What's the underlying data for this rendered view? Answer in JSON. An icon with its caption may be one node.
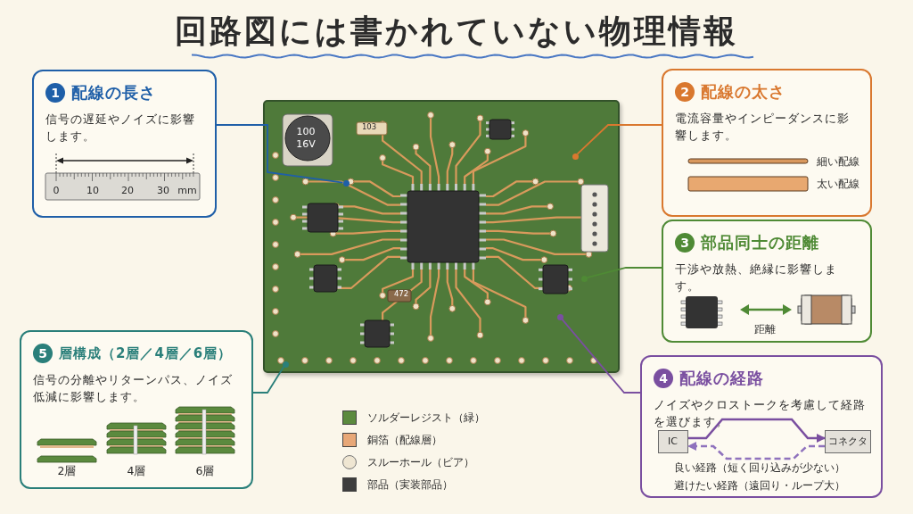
{
  "diagram": {
    "title": "回路図には書かれていない物理情報",
    "nodes": [
      {
        "text": [
          "1",
          "配線の長さ",
          "信号の遅延やノイズに影響します。"
        ]
      },
      {
        "text": [
          "2",
          "配線の太さ",
          "電流容量やインピーダンスに影響します。"
        ]
      },
      {
        "text": [],
        "shape": "picture"
      },
      {
        "text": [],
        "shape": "circle",
        "in": 2
      },
      {
        "text": [],
        "shape": "circle",
        "in": 2
      },
      {
        "text": [],
        "shape": "circle",
        "in": 2
      },
      {
        "text": [],
        "shape": "circle",
        "in": 2
      },
      {
        "text": [],
        "shape": "circle",
        "in": 2
      },
      {
        "text": [
          "3",
          "部品同士の距離",
          "干渉や放熱、絶縁に影響します。"
        ]
      },
      {
        "text": [
          "5",
          "層構成（2層／4層／6層）",
          "信号の分離やリターンパス、ノイズ低減に影響します。"
        ]
      },
      {
        "text": [
          "4",
          "配線の経路",
          "ノイズやクロストークを考慮して経路を選びます。"
        ]
      },
      {
        "text": [
          "IC"
        ],
        "in": 10
      },
      {
        "text": [
          "コネクタ"
        ],
        "in": 10
      }
    ],
    "edges": [
      {
        "from": 0,
        "to": 3,
        "arrow": "none",
        "color": "#1f5fa8"
      },
      {
        "from": 1,
        "to": 4,
        "arrow": "none",
        "color": "#d9782f"
      },
      {
        "from": 8,
        "to": 5,
        "arrow": "none",
        "color": "#4f8a35"
      },
      {
        "from": 10,
        "to": 6,
        "arrow": "none",
        "color": "#7a4fa0"
      },
      {
        "from": 9,
        "to": 7,
        "arrow": "none",
        "color": "#2a7f7a"
      },
      {
        "from": 11,
        "to": 12,
        "arrow": "to",
        "color": "#7a4fa0"
      },
      {
        "from": 12,
        "to": 11,
        "arrow": "to",
        "style": "dashed",
        "color": "#8f72bd"
      }
    ],
    "labels": [
      "0",
      "10",
      "20",
      "30",
      "mm",
      "100",
      "16V",
      "103",
      "細い配線",
      "太い配線",
      "472",
      "距離",
      "2層",
      "4層",
      "6層",
      "良い経路（短く回り込みが少ない）",
      "避けたい経路（遠回り・ループ大）"
    ],
    "legend": [
      {
        "text": "ソルダーレジスト（緑）",
        "color": "#5b8a3e"
      },
      {
        "text": "銅箔（配線層）",
        "color": "#e8a878"
      },
      {
        "text": "スルーホール（ビア）"
      },
      {
        "text": "部品（実装部品）",
        "color": "#3d3d3d"
      }
    ]
  }
}
